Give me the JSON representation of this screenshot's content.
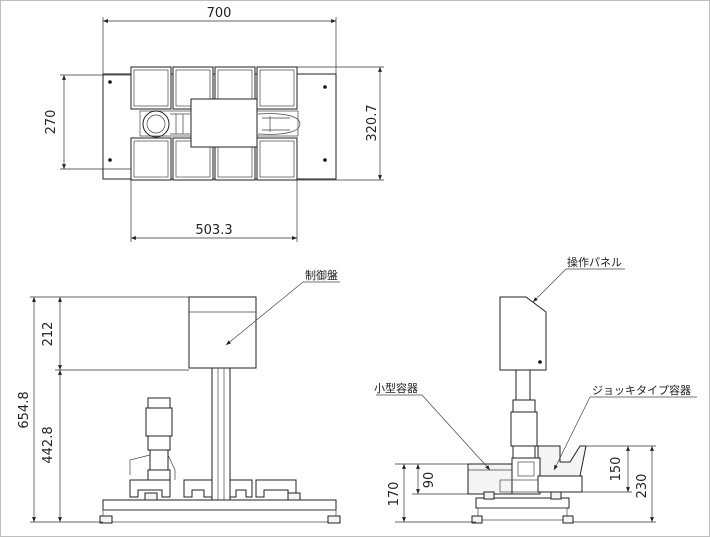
{
  "top_view": {
    "width_overall": "700",
    "width_base": "503.3",
    "depth_inner": "270",
    "depth_overall": "320.7"
  },
  "front_view": {
    "height_total": "654.8",
    "height_upper": "212",
    "height_lower": "442.8",
    "callout_control_panel": "制御盤"
  },
  "side_view": {
    "callout_operation_panel": "操作パネル",
    "callout_small_container": "小型容器",
    "callout_jockey_container": "ジョッキタイプ容器",
    "height_small": "170",
    "height_small_inner": "90",
    "height_jockey_inner": "150",
    "height_jockey": "230"
  }
}
